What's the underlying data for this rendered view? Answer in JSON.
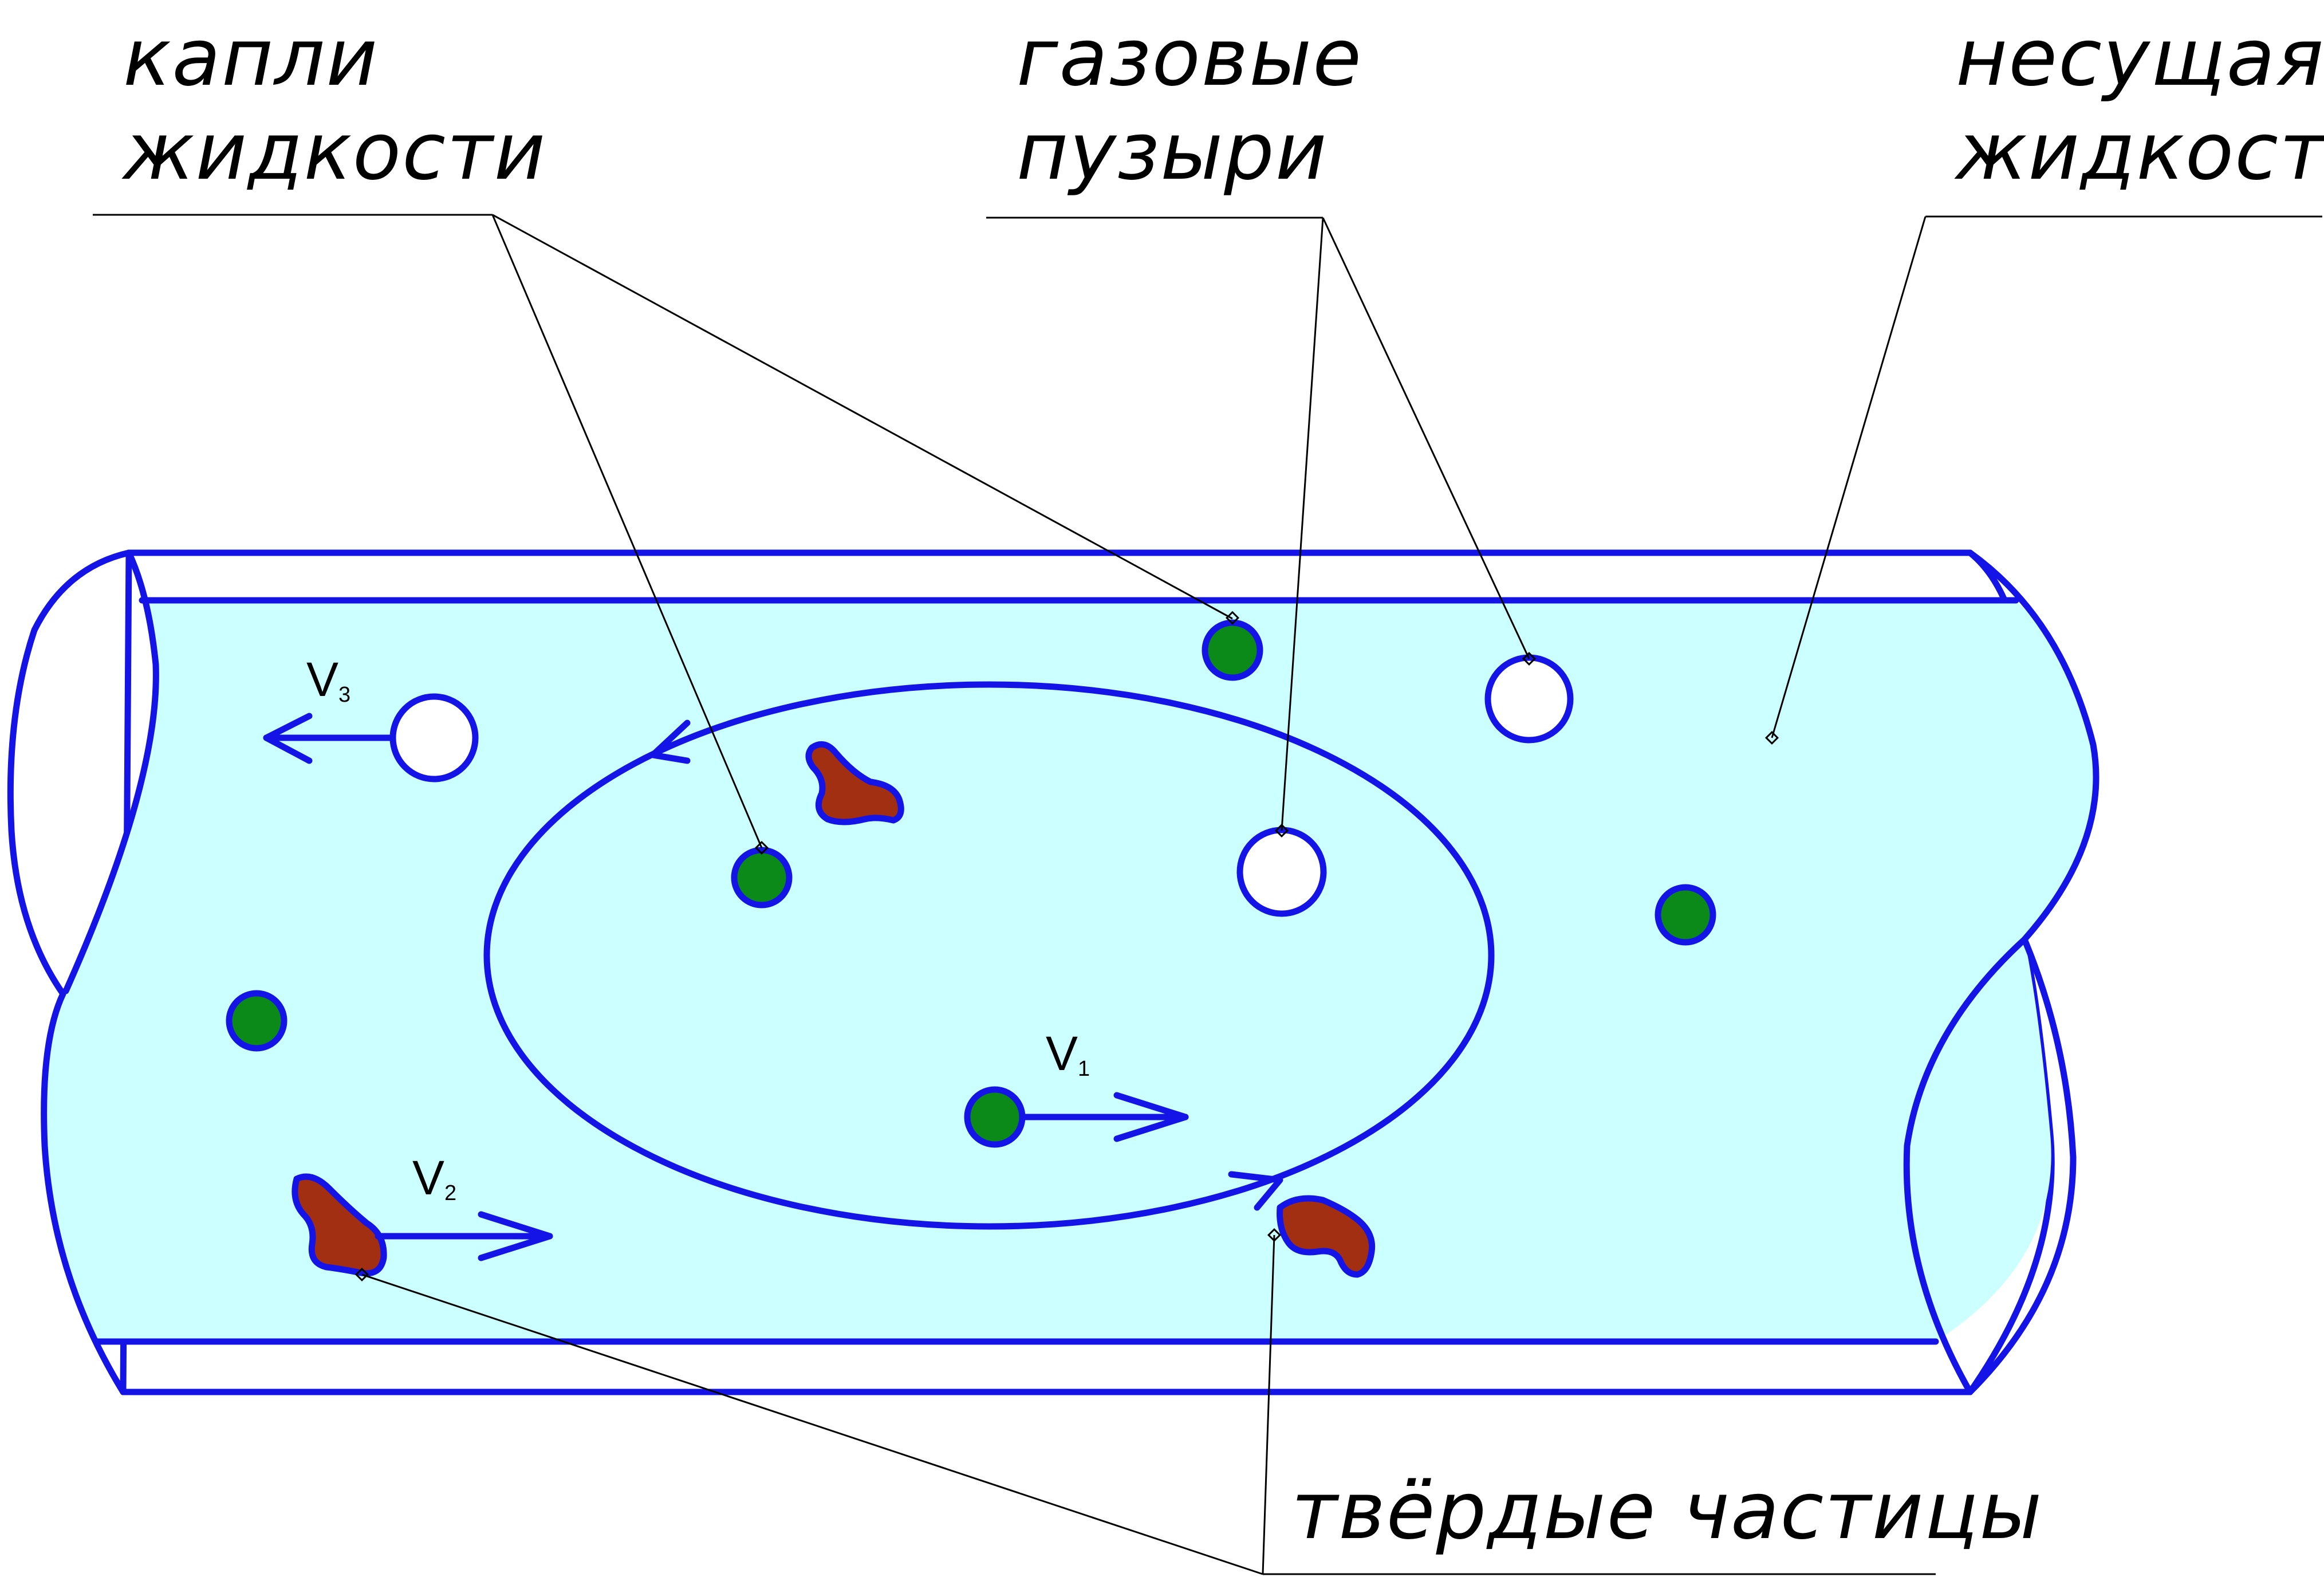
{
  "labels": {
    "drops_line1": "капли",
    "drops_line2": "жидкости",
    "bubbles_line1": "газовые",
    "bubbles_line2": "пузыри",
    "carrier_line1": "несущая",
    "carrier_line2": "жидкость",
    "solids": "твёрдые частицы"
  },
  "velocities": {
    "v1_main": "V",
    "v1_sub": "1",
    "v2_main": "V",
    "v2_sub": "2",
    "v3_main": "V",
    "v3_sub": "3"
  },
  "colors": {
    "outline": "#1414e6",
    "liquid_fill": "#ccffff",
    "drop_fill": "#0b8a1a",
    "solid_fill": "#a32f12",
    "bubble_fill": "#ffffff",
    "leader_line": "#000000"
  }
}
